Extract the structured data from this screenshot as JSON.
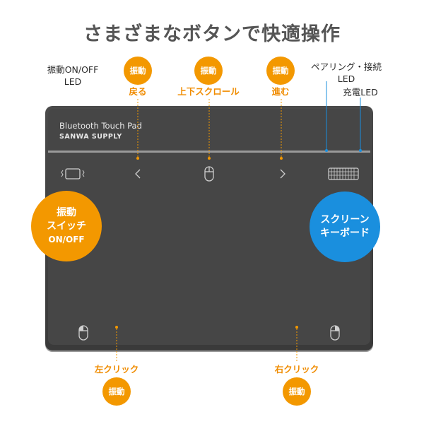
{
  "title": "さまざまなボタンで快適操作",
  "device": {
    "brand_line1": "Bluetooth Touch Pad",
    "brand_line2": "SANWA SUPPLY"
  },
  "labels": {
    "vibration_led": "振動ON/OFF\nLED",
    "back": "戻る",
    "scroll": "上下スクロール",
    "forward": "進む",
    "pairing_led": "ペアリング・接続\nLED",
    "charge_led": "充電LED",
    "left_click": "左クリック",
    "right_click": "右クリック"
  },
  "badges": {
    "vibration": "振動"
  },
  "callouts": {
    "vibration_switch": {
      "line1": "振動",
      "line2": "スイッチ",
      "line3": "ON/OFF"
    },
    "screen_keyboard": {
      "line1": "スクリーン",
      "line2": "キーボード"
    }
  },
  "colors": {
    "orange": "#f39800",
    "blue": "#1a8fde",
    "pad": "#444444"
  },
  "icons": [
    "vibration-icon",
    "chevron-left-icon",
    "mouse-icon",
    "chevron-right-icon",
    "keyboard-icon",
    "left-mouse-icon",
    "right-mouse-icon"
  ]
}
